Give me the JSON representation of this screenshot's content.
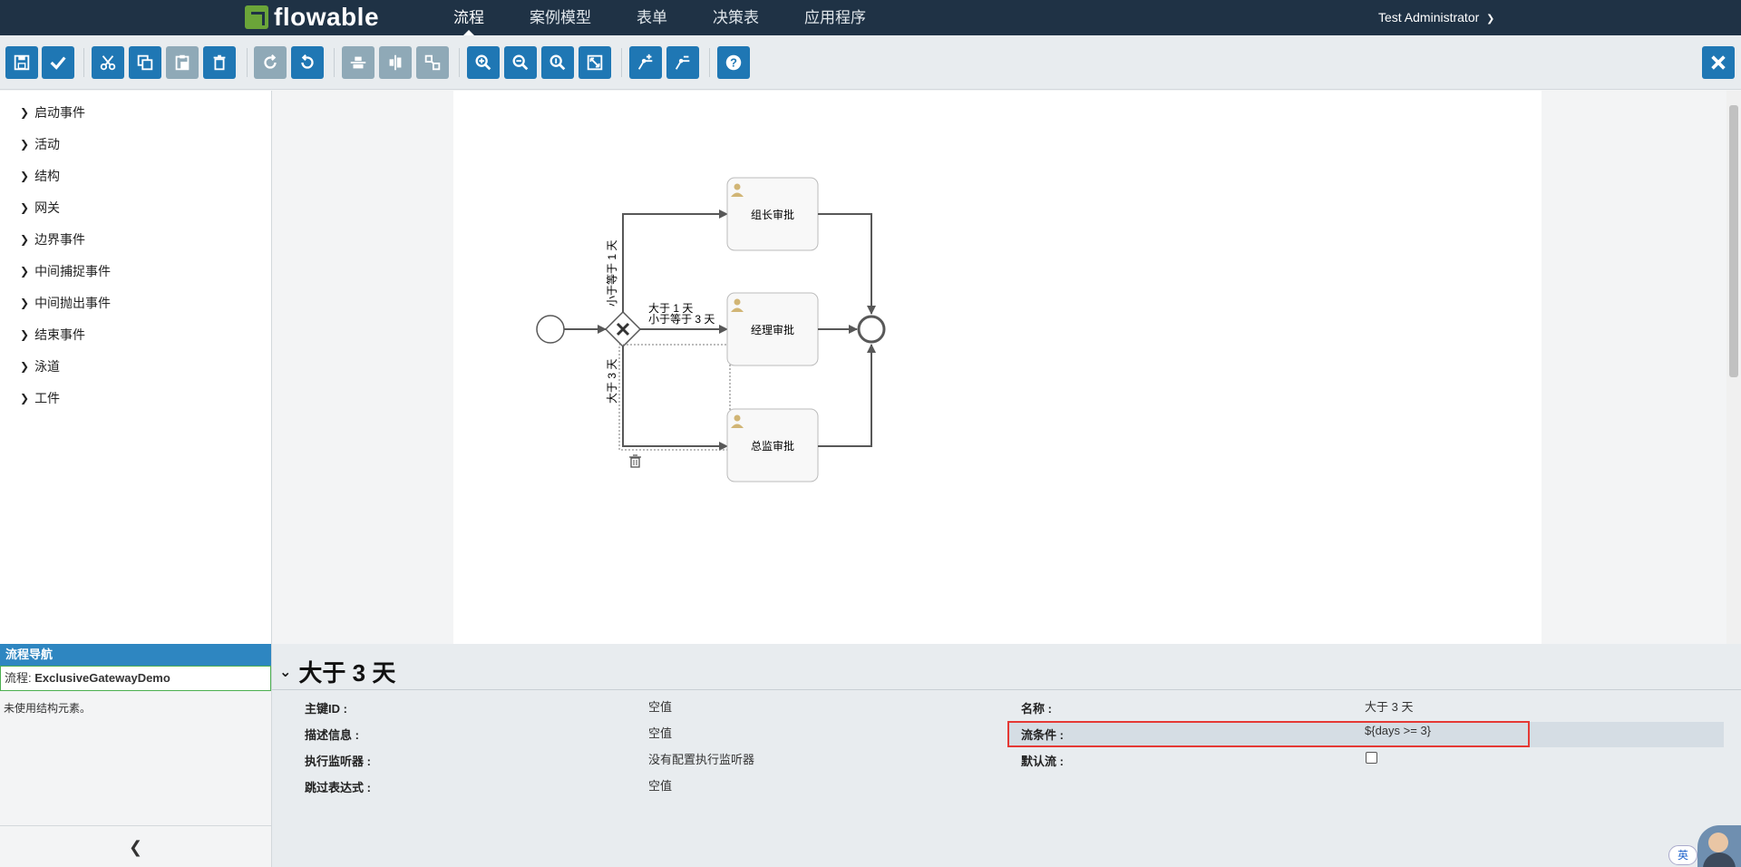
{
  "app": {
    "logo_text": "flowable",
    "nav": [
      {
        "label": "流程",
        "active": true
      },
      {
        "label": "案例模型",
        "active": false
      },
      {
        "label": "表单",
        "active": false
      },
      {
        "label": "决策表",
        "active": false
      },
      {
        "label": "应用程序",
        "active": false
      }
    ],
    "user": "Test Administrator"
  },
  "toolbar": {
    "icons": [
      "save-icon",
      "validate-check-icon",
      "cut-icon",
      "copy-icon",
      "paste-icon",
      "delete-icon",
      "redo-icon",
      "undo-icon",
      "align-horizontal-icon",
      "align-vertical-icon",
      "same-size-icon",
      "zoom-in-icon",
      "zoom-out-icon",
      "zoom-actual-icon",
      "zoom-fit-icon",
      "add-bendpoint-icon",
      "remove-bendpoint-icon",
      "help-icon",
      "close-icon"
    ]
  },
  "palette": {
    "items": [
      "启动事件",
      "活动",
      "结构",
      "网关",
      "边界事件",
      "中间捕捉事件",
      "中间抛出事件",
      "结束事件",
      "泳道",
      "工件"
    ]
  },
  "diagram": {
    "tasks": [
      "组长审批",
      "经理审批",
      "总监审批"
    ],
    "flow_labels": {
      "top": "小于等于 1 天",
      "middle_1": "大于 1 天",
      "middle_2": "小于等于 3 天",
      "bottom": "大于 3 天"
    }
  },
  "nav_panel": {
    "title": "流程导航",
    "process_prefix": "流程: ",
    "process_name": "ExclusiveGatewayDemo",
    "note": "未使用结构元素。"
  },
  "properties": {
    "title": "大于 3 天",
    "left": [
      {
        "label": "主键ID :",
        "value": "空值"
      },
      {
        "label": "描述信息 :",
        "value": "空值"
      },
      {
        "label": "执行监听器 :",
        "value": "没有配置执行监听器"
      },
      {
        "label": "跳过表达式 :",
        "value": "空值"
      }
    ],
    "right": [
      {
        "label": "名称 :",
        "value": "大于 3 天"
      },
      {
        "label": "流条件 :",
        "value": "${days >= 3}"
      },
      {
        "label": "默认流 :",
        "value": ""
      }
    ]
  },
  "ime": "英",
  "colors": {
    "nav_bg": "#1f3245",
    "accent": "#1f77b4",
    "highlight": "#e53935"
  }
}
